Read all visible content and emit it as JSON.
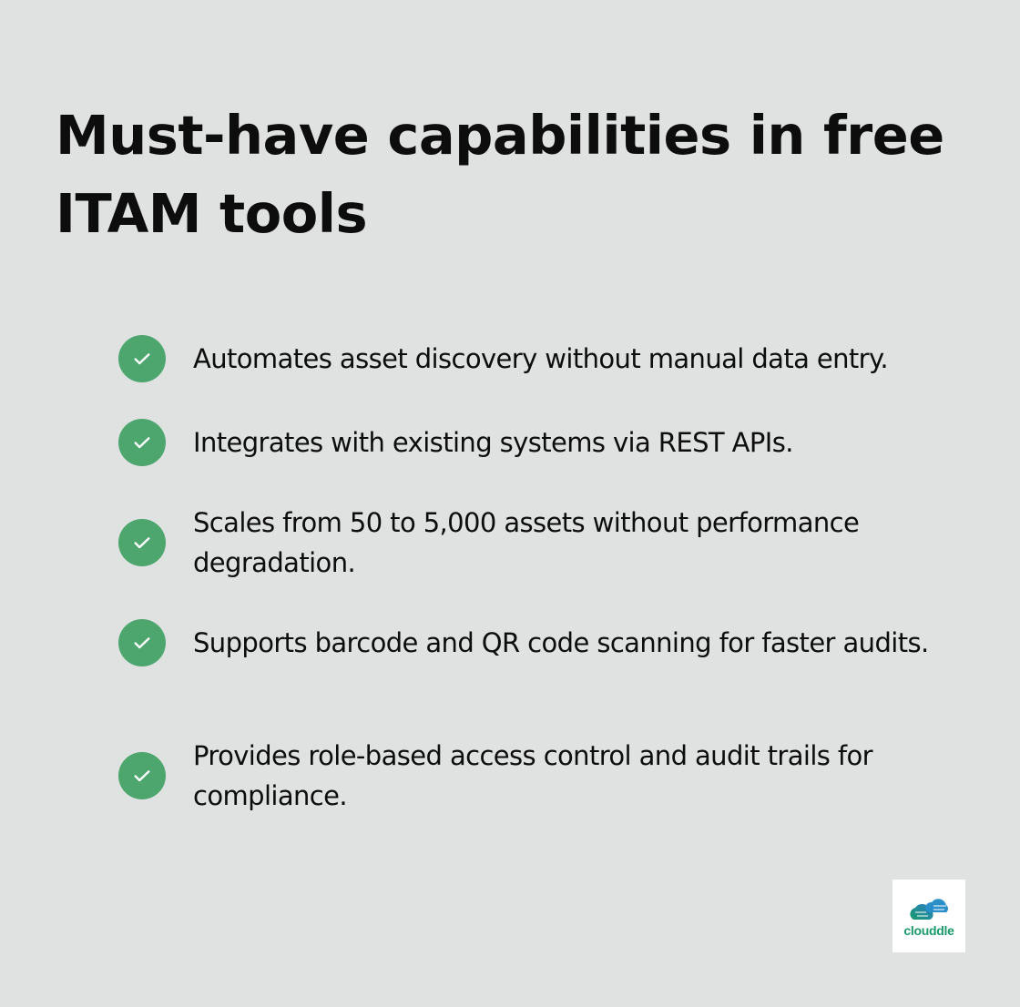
{
  "title": "Must-have capabilities in free ITAM tools",
  "items": [
    {
      "text": "Automates asset discovery without manual data entry.",
      "icon": "check-circle-icon"
    },
    {
      "text": "Integrates with existing systems via REST APIs.",
      "icon": "check-circle-icon"
    },
    {
      "text": "Scales from 50 to 5,000 assets without performance degradation.",
      "icon": "check-circle-icon"
    },
    {
      "text": "Supports barcode and QR code scanning for faster audits.",
      "icon": "check-circle-icon"
    },
    {
      "text": "Provides role-based access control and audit trails for compliance.",
      "icon": "check-circle-icon"
    }
  ],
  "logo": {
    "text": "clouddle"
  },
  "colors": {
    "background": "#e0e2e1",
    "check": "#4da66e",
    "text": "#0d0d0d"
  }
}
